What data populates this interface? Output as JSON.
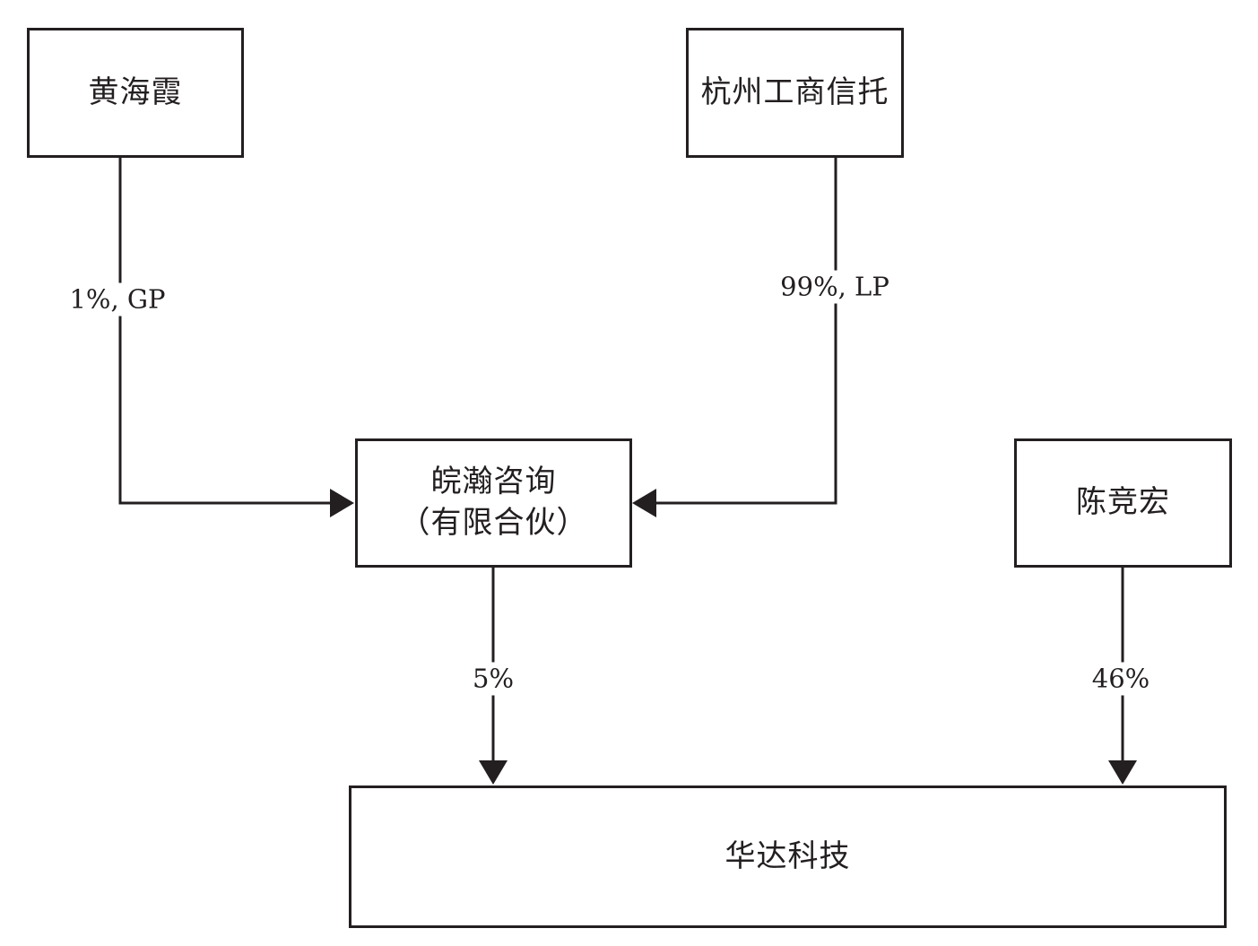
{
  "nodes": {
    "huang_haixia": "黄海霞",
    "hangzhou_trust": "杭州工商信托",
    "wanhan": {
      "line1": "皖瀚咨询",
      "line2": "（有限合伙）"
    },
    "chen_jinghong": "陈竞宏",
    "huada": "华达科技"
  },
  "edges": {
    "huang_to_wanhan": "1%, GP",
    "trust_to_wanhan": "99%, LP",
    "wanhan_to_huada": "5%",
    "chen_to_huada": "46%"
  },
  "colors": {
    "line": "#231f20",
    "background": "#ffffff"
  }
}
